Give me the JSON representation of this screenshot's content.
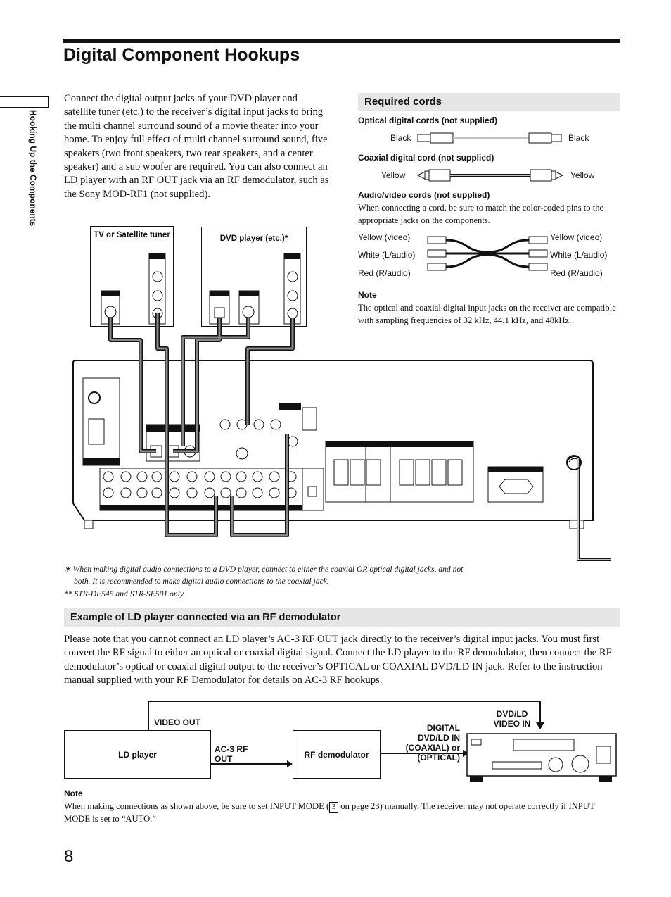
{
  "page": {
    "title": "Digital Component Hookups",
    "side_tab": "Hooking Up the Components",
    "page_number": "8",
    "intro": "Connect the digital output jacks of your DVD player and satellite tuner (etc.) to the receiver’s digital input jacks to bring the multi channel surround sound of a movie theater into your home. To enjoy full effect of multi channel surround sound, five speakers (two front speakers, two rear speakers, and a center speaker) and a sub woofer are required. You can also connect an LD player with an RF OUT jack via an RF demodulator, such as the Sony MOD-RF1 (not supplied)."
  },
  "required": {
    "heading": "Required cords",
    "optical_title": "Optical digital cords (not supplied)",
    "optical_left": "Black",
    "optical_right": "Black",
    "coaxial_title": "Coaxial digital cord (not supplied)",
    "coaxial_left": "Yellow",
    "coaxial_right": "Yellow",
    "av_title": "Audio/video cords (not supplied)",
    "av_text": "When connecting a cord, be sure to match the color-coded pins to the appropriate jacks on the components.",
    "av_left": [
      "Yellow (video)",
      "White (L/audio)",
      "Red (R/audio)"
    ],
    "av_right": [
      "Yellow (video)",
      "White (L/audio)",
      "Red (R/audio)"
    ],
    "note_title": "Note",
    "note_text": "The optical and coaxial digital input jacks on the receiver are compatible with sampling frequencies of 32 kHz, 44.1 kHz, and 48kHz."
  },
  "diagram": {
    "tv_label": "TV or Satellite tuner",
    "dvd_label": "DVD player (etc.)*"
  },
  "footnotes": {
    "f1a": "∗  When making digital audio connections to a DVD player, connect to either the coaxial OR optical digital jacks, and not",
    "f1b": "both. It is recommended to make digital audio connections to the coaxial jack.",
    "f2": "** STR-DE545 and STR-SE501 only."
  },
  "example": {
    "heading": "Example of LD player connected via an RF demodulator",
    "text": "Please note that you cannot connect an LD player’s AC-3 RF OUT jack directly to the receiver’s digital input jacks. You must first convert the RF signal to either an optical or coaxial digital signal. Connect the LD player to the RF demodulator, then connect the RF demodulator’s optical or coaxial digital output to the receiver’s OPTICAL or COAXIAL DVD/LD IN jack. Refer to the instruction manual supplied with your RF Demodulator for details on AC-3 RF hookups.",
    "ld_player": "LD player",
    "video_out": "VIDEO OUT",
    "ac3": "AC-3 RF OUT",
    "rf_demod": "RF demodulator",
    "digital_in": "DIGITAL DVD/LD IN (COAXIAL) or (OPTICAL)",
    "dvd_video_in": "DVD/LD VIDEO IN"
  },
  "note2": {
    "title": "Note",
    "text_before": "When making connections as shown above, be sure to set INPUT MODE (",
    "step": "3",
    "text_after": " on page 23) manually. The receiver may not operate correctly if INPUT MODE is set to “AUTO.”"
  }
}
